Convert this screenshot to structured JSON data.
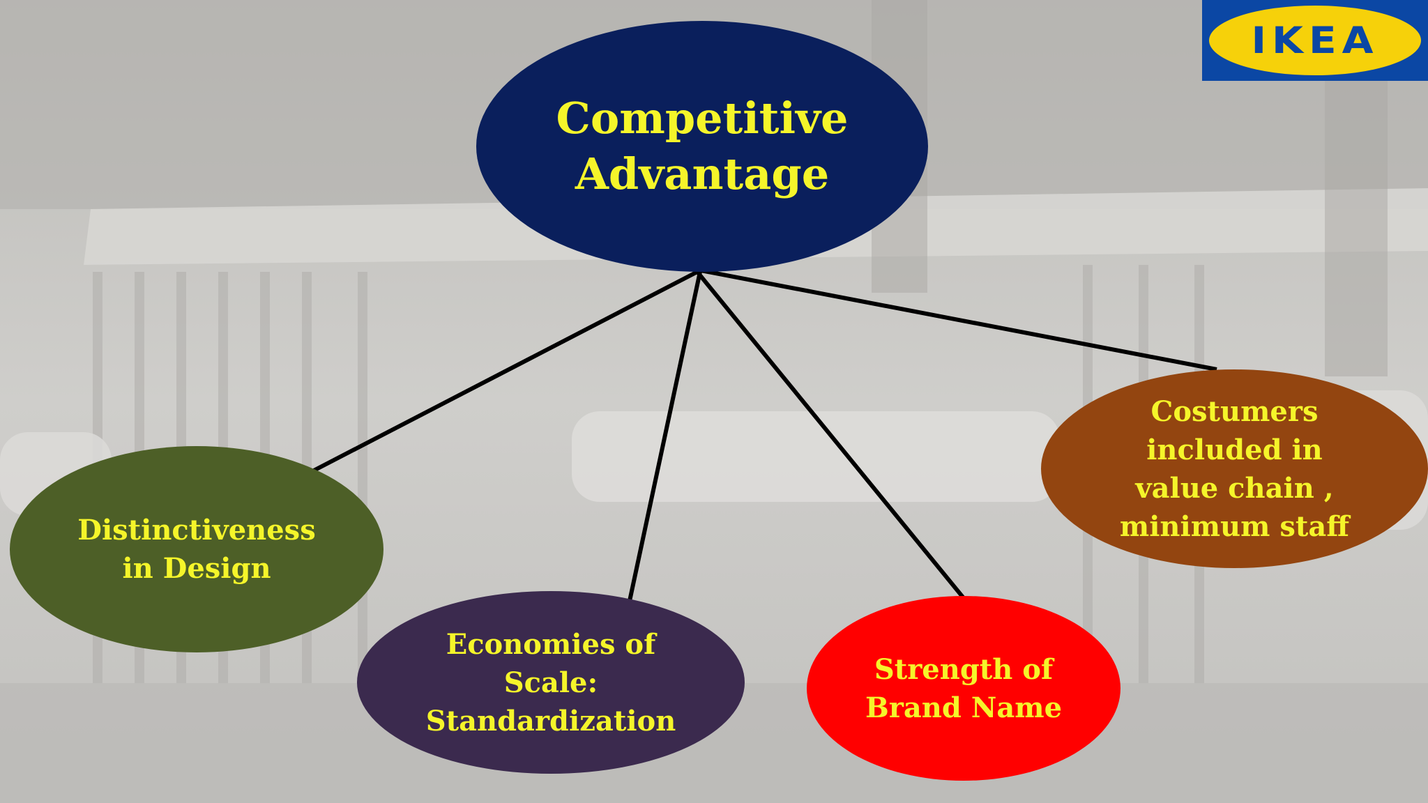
{
  "background": {
    "photo_description_icon": "outdoor-patio-furniture-photo"
  },
  "logo": {
    "text": "IKEA",
    "colors": {
      "blue": "#0b47a4",
      "yellow": "#f6d10a"
    }
  },
  "center_node": {
    "text": "Competitive\nAdvantage",
    "color": "#0a1f5c"
  },
  "child_nodes": [
    {
      "id": "design",
      "text": "Distinctiveness\nin Design",
      "color": "#4d5f27"
    },
    {
      "id": "scale",
      "text": "Economies of\nScale:\nStandardization",
      "color": "#3b2a4e"
    },
    {
      "id": "brand",
      "text": "Strength of\nBrand Name",
      "color": "#ff0000"
    },
    {
      "id": "customers",
      "text": "Costumers\nincluded in\nvalue chain ,\nminimum staff",
      "color": "#934510"
    }
  ],
  "text_color": "#f5f52a"
}
